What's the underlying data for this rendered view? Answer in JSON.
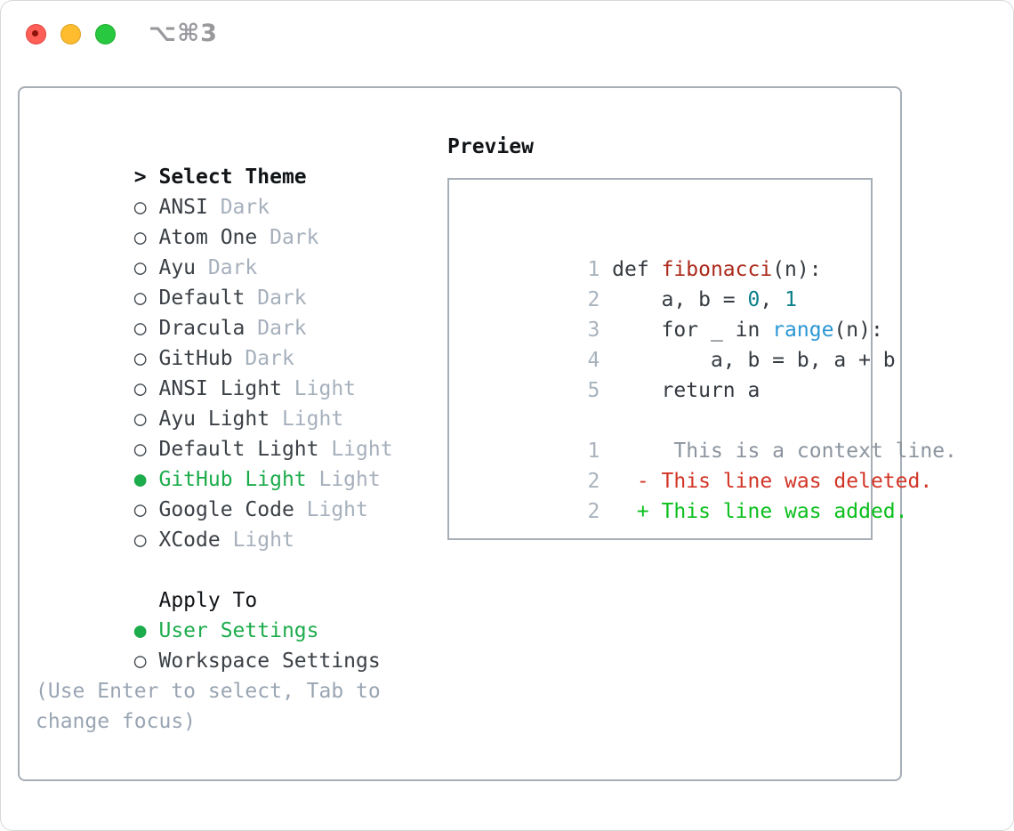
{
  "titlebar": {
    "shortcut": "⌥⌘3"
  },
  "colors": {
    "selected_green": "#1dac4c",
    "added_green": "#0bbf1d",
    "deleted_red": "#d23527",
    "function_red": "#ac291b",
    "number_teal": "#0b7f8a",
    "builtin_blue": "#2b97d4",
    "muted_gray": "#a6b0bc",
    "border_gray": "#a6aeb6"
  },
  "left": {
    "header_prefix": ">",
    "header": "Select Theme",
    "themes": [
      {
        "prefix": "○",
        "name": "ANSI",
        "variant": "Dark"
      },
      {
        "prefix": "○",
        "name": "Atom One",
        "variant": "Dark"
      },
      {
        "prefix": "○",
        "name": "Ayu",
        "variant": "Dark"
      },
      {
        "prefix": "○",
        "name": "Default",
        "variant": "Dark"
      },
      {
        "prefix": "○",
        "name": "Dracula",
        "variant": "Dark"
      },
      {
        "prefix": "○",
        "name": "GitHub",
        "variant": "Dark"
      },
      {
        "prefix": "○",
        "name": "ANSI Light",
        "variant": "Light"
      },
      {
        "prefix": "○",
        "name": "Ayu Light",
        "variant": "Light"
      },
      {
        "prefix": "○",
        "name": "Default Light",
        "variant": "Light"
      },
      {
        "prefix": "●",
        "name": "GitHub Light",
        "variant": "Light"
      },
      {
        "prefix": "○",
        "name": "Google Code",
        "variant": "Light"
      },
      {
        "prefix": "○",
        "name": "XCode",
        "variant": "Light"
      }
    ],
    "apply_header": "Apply To",
    "apply_options": [
      {
        "prefix": "●",
        "label": "User Settings"
      },
      {
        "prefix": "○",
        "label": "Workspace Settings"
      }
    ],
    "hint_line1": "(Use Enter to select, Tab to",
    "hint_line2": "change focus)"
  },
  "preview": {
    "title": "Preview",
    "lines": [
      {
        "num": "1",
        "segs": [
          {
            "t": "def ",
            "role": "plain"
          },
          {
            "t": "fibonacci",
            "role": "func"
          },
          {
            "t": "(n):",
            "role": "plain"
          }
        ]
      },
      {
        "num": "2",
        "segs": [
          {
            "t": "    a, b = ",
            "role": "plain"
          },
          {
            "t": "0",
            "role": "num"
          },
          {
            "t": ", ",
            "role": "plain"
          },
          {
            "t": "1",
            "role": "num"
          }
        ]
      },
      {
        "num": "3",
        "segs": [
          {
            "t": "    for _ in ",
            "role": "plain"
          },
          {
            "t": "range",
            "role": "builtin"
          },
          {
            "t": "(n):",
            "role": "plain"
          }
        ]
      },
      {
        "num": "4",
        "segs": [
          {
            "t": "        a, b = b, a + b",
            "role": "plain"
          }
        ]
      },
      {
        "num": "5",
        "segs": [
          {
            "t": "    return a",
            "role": "plain"
          }
        ]
      },
      {
        "num": "",
        "segs": []
      },
      {
        "num": "1",
        "segs": [
          {
            "t": "     This is a context line.",
            "role": "context"
          }
        ]
      },
      {
        "num": "2",
        "segs": [
          {
            "t": "  - This line was deleted.",
            "role": "deleted"
          }
        ]
      },
      {
        "num": "2",
        "segs": [
          {
            "t": "  + This line was added.",
            "role": "added"
          }
        ]
      }
    ]
  }
}
